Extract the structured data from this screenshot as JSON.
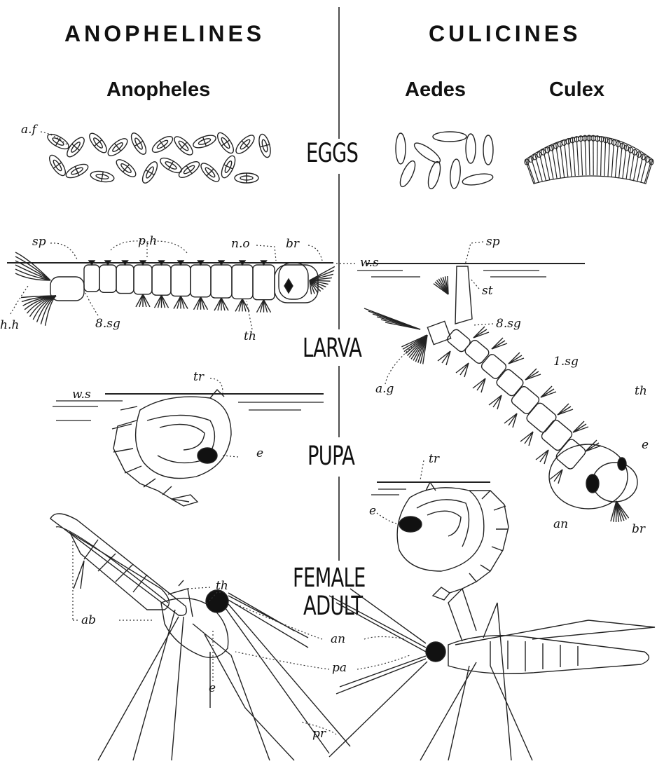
{
  "groups": {
    "left": "ANOPHELINES",
    "right": "CULICINES"
  },
  "genera": {
    "anopheles": "Anopheles",
    "aedes": "Aedes",
    "culex": "Culex"
  },
  "stages": {
    "eggs": "EGGS",
    "larva": "LARVA",
    "pupa": "PUPA",
    "adult_line1": "FEMALE",
    "adult_line2": "ADULT"
  },
  "labels": {
    "af": "a.f",
    "sp": "sp",
    "ph": "p.h",
    "no": "n.o",
    "br": "br",
    "hh": "h.h",
    "sg8": "8.sg",
    "th": "th",
    "ws": "w.s",
    "sp_culex": "sp",
    "st": "st",
    "sg8_culex": "8.sg",
    "sg1": "1.sg",
    "ag": "a.g",
    "th_culex": "th",
    "e_culex_larva": "e",
    "an_culex_larva": "an",
    "br_culex": "br",
    "tr": "tr",
    "ws_pupa": "w.s",
    "e_pupa": "e",
    "tr_culex": "tr",
    "e_pupa_culex": "e",
    "th_adult": "th",
    "ab": "ab",
    "an": "an",
    "pa": "pa",
    "e_adult": "e",
    "pr": "pr"
  }
}
